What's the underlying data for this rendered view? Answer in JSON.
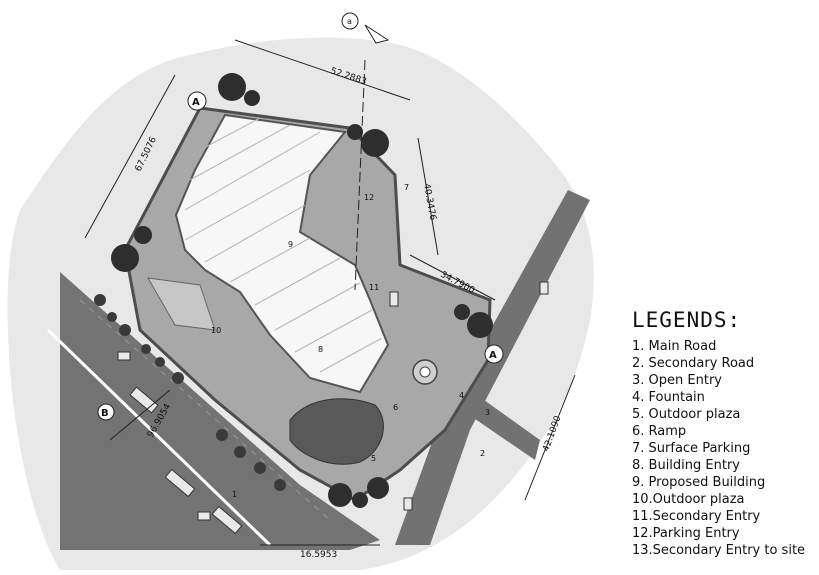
{
  "legend": {
    "title": "LEGENDS:",
    "items": [
      "1. Main Road",
      "2. Secondary Road",
      "3. Open Entry",
      "4. Fountain",
      "5. Outdoor plaza",
      "6. Ramp",
      "7. Surface Parking",
      "8. Building Entry",
      "9. Proposed Building",
      "10.Outdoor plaza",
      "11.Secondary Entry",
      "12.Parking Entry",
      "13.Secondary Entry to site"
    ]
  },
  "dimensions": {
    "top": "52.2883",
    "left": "67.5076",
    "right_upper": "40.3476",
    "right_lower": "34.7900",
    "lower_left": "96.9054",
    "bottom": "16.5953",
    "far_right": "42.1090"
  },
  "plan_labels": {
    "n1": "1",
    "n2": "2",
    "n3": "3",
    "n4": "4",
    "n5": "5",
    "n6": "6",
    "n7": "7",
    "n8": "8",
    "n9": "9",
    "n10": "10",
    "n11": "11",
    "n12": "12"
  },
  "section_markers": {
    "a1": "A",
    "a2": "A",
    "b": "B"
  },
  "north_symbol": "a",
  "colors": {
    "road": "#727272",
    "site": "#a9a9a9",
    "building": "#f6f6f6",
    "shadow": "#d2d2d2",
    "tree": "#2f2f2f"
  }
}
